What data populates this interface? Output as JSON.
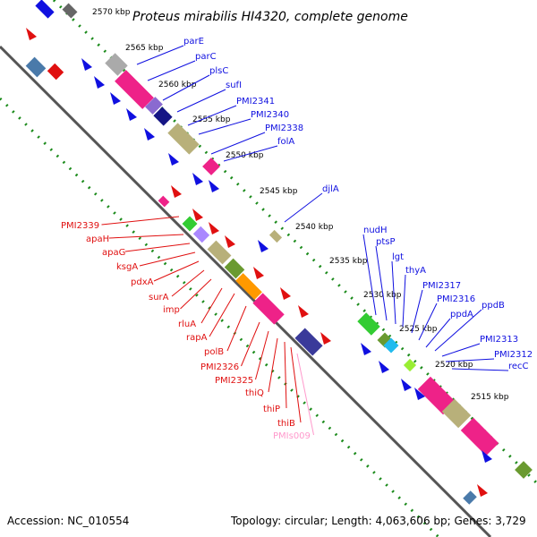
{
  "title": "Proteus mirabilis HI4320, complete genome",
  "footer": {
    "accession": "Accession: NC_010554",
    "summary": "Topology: circular; Length: 4,063,606 bp; Genes: 3,729"
  },
  "ticks": [
    "2570 kbp",
    "2565 kbp",
    "2560 kbp",
    "2555 kbp",
    "2550 kbp",
    "2545 kbp",
    "2540 kbp",
    "2535 kbp",
    "2530 kbp",
    "2525 kbp",
    "2520 kbp",
    "2515 kbp"
  ],
  "labels_top": [
    "parE",
    "parC",
    "plsC",
    "sufI",
    "PMI2341",
    "PMI2340",
    "PMI2338",
    "folA",
    "djlA",
    "nudH",
    "ptsP",
    "lgt",
    "thyA",
    "PMI2317",
    "PMI2316",
    "ppdA",
    "ppdB",
    "PMI2313",
    "PMI2312",
    "recC"
  ],
  "labels_bottom": [
    "PMI2339",
    "apaH",
    "apaG",
    "ksgA",
    "pdxA",
    "surA",
    "imp",
    "rluA",
    "rapA",
    "polB",
    "PMI2326",
    "PMI2325",
    "thiQ",
    "thiP",
    "thiB",
    "PMIs009"
  ],
  "colors": {
    "forward_gene": "#1010e0",
    "reverse_gene": "#e01010",
    "rna": "#ff99cc",
    "cog_magenta": "#ee2288",
    "cog_olive": "#b8b07a",
    "cog_green": "#6a9a30",
    "tick_dots": "#1a8a1a"
  }
}
